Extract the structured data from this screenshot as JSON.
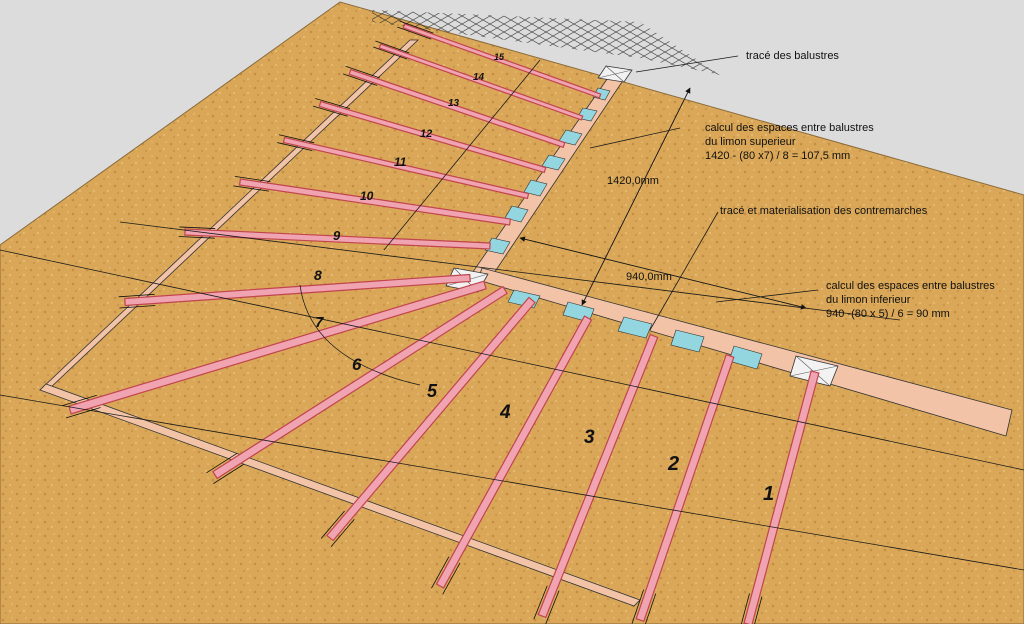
{
  "colors": {
    "background": "#dcdcdc",
    "board": "#d9a757",
    "board_speck": "#b57a33",
    "stringer": "#f2c3a6",
    "tread": "#f0a3b0",
    "tread_edge": "#c0454e",
    "baluster_gap": "#93d6df",
    "baluster_post": "#f2f2f2",
    "line": "#1a1a1a"
  },
  "annotations": {
    "balusters_trace": "tracé des balustres",
    "upper_calc_title": "calcul des espaces entre balustres",
    "upper_calc_sub": "du limon superieur",
    "upper_calc_formula": "1420 - (80 x7) / 8 = 107,5 mm",
    "risers_trace": "tracé et materialisation des contremarches",
    "lower_calc_title": "calcul des espaces entre balustres",
    "lower_calc_sub": "du  limon inferieur",
    "lower_calc_formula": "940 -(80 x 5) / 6 = 90 mm"
  },
  "dimensions": {
    "upper_length": "1420,0mm",
    "lower_length": "940,0mm"
  },
  "steps": {
    "n1": "1",
    "n2": "2",
    "n3": "3",
    "n4": "4",
    "n5": "5",
    "n6": "6",
    "n7": "7",
    "n8": "8",
    "n9": "9",
    "n10": "10",
    "n11": "11",
    "n12": "12",
    "n13": "13",
    "n14": "14",
    "n15": "15"
  }
}
